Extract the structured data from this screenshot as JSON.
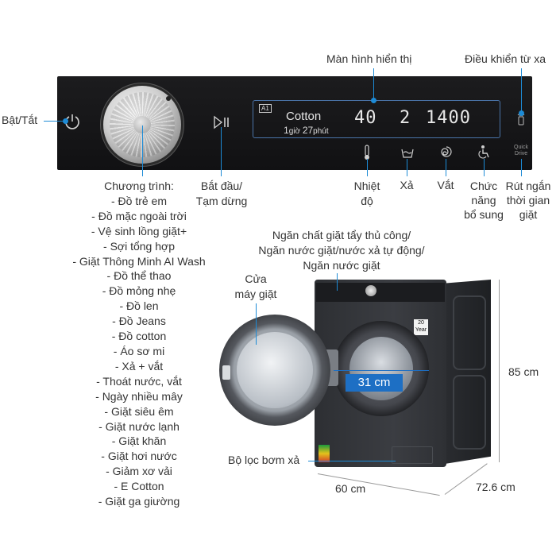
{
  "callouts": {
    "display": "Màn hình hiển thị",
    "remote": "Điều khiển từ xa",
    "power": "Bật/Tắt",
    "program": "Chương trình:",
    "start_pause": [
      "Bắt đầu/",
      "Tạm dừng"
    ],
    "temperature": [
      "Nhiệt",
      "độ"
    ],
    "rinse": "Xả",
    "spin": "Vắt",
    "extra_functions": [
      "Chức",
      "năng",
      "bổ sung"
    ],
    "time_reduce": [
      "Rút ngắn",
      "thời gian",
      "giặt"
    ],
    "detergent_drawer": [
      "Ngăn chất giặt tẩy thủ công/",
      "Ngăn nước giặt/nước xả tự động/",
      "Ngăn nước giặt"
    ],
    "door": [
      "Cửa",
      "máy giặt"
    ],
    "filter": "Bộ lọc bơm xả"
  },
  "programs": [
    "- Đồ trẻ em",
    "- Đồ mặc ngoài trời",
    "- Vệ sinh lồng giặt+",
    "- Sợi tổng hợp",
    "- Giặt Thông Minh AI Wash",
    "- Đồ thể thao",
    "- Đồ mỏng nhẹ",
    "- Đồ len",
    "- Đồ Jeans",
    "- Đồ cotton",
    "- Áo sơ mi",
    "- Xả + vắt",
    "- Thoát nước, vắt",
    "- Ngày nhiều mây",
    "- Giặt siêu êm",
    "- Giặt nước lạnh",
    "- Giặt khăn",
    "- Giặt hơi nước",
    "- Giảm xơ vải",
    "- E Cotton",
    "- Giặt ga giường"
  ],
  "lcd": {
    "badge": "A1",
    "program": "Cotton",
    "time_h": "1",
    "time_h_unit": "giờ",
    "time_m": "27",
    "time_m_unit": "phút",
    "temp": "40",
    "rinse": "2",
    "spin": "1400"
  },
  "panel": {
    "quick_drive": [
      "Quick",
      "Drive"
    ]
  },
  "machine": {
    "badge": [
      "20",
      "Year"
    ]
  },
  "dimensions": {
    "drum": "31 cm",
    "height": "85 cm",
    "width": "60 cm",
    "depth": "72.6 cm"
  },
  "colors": {
    "accent": "#1d8bd6",
    "panel": "#151517",
    "badge": "#1d6fc4"
  },
  "icons": [
    "power-icon",
    "play-pause-icon",
    "thermometer-icon",
    "rinse-icon",
    "spin-icon",
    "extra-functions-icon",
    "remote-icon"
  ]
}
